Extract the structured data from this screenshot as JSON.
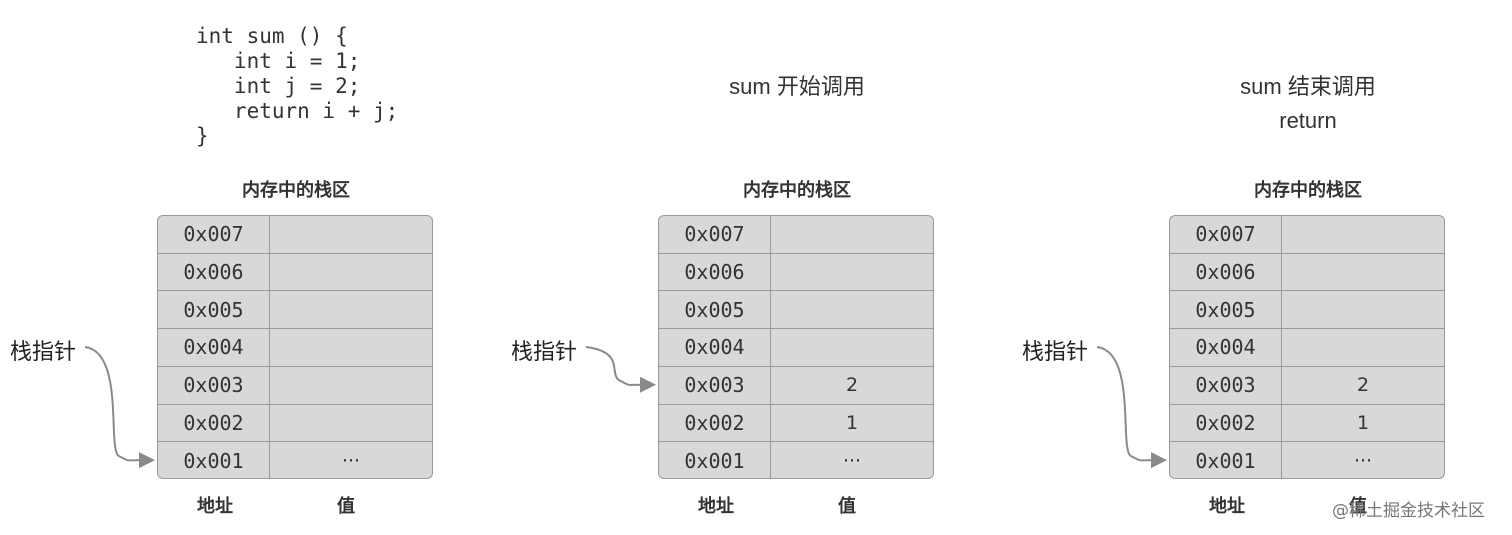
{
  "code": [
    "int sum () {",
    "   int i = 1;",
    "   int j = 2;",
    "   return i + j;",
    "}"
  ],
  "panels": [
    {
      "caption": [],
      "title": "内存中的栈区",
      "pointer_label": "栈指针",
      "pointer_row": "0x001",
      "rows": [
        {
          "addr": "0x007",
          "val": ""
        },
        {
          "addr": "0x006",
          "val": ""
        },
        {
          "addr": "0x005",
          "val": ""
        },
        {
          "addr": "0x004",
          "val": ""
        },
        {
          "addr": "0x003",
          "val": ""
        },
        {
          "addr": "0x002",
          "val": ""
        },
        {
          "addr": "0x001",
          "val": "···"
        }
      ],
      "addr_label": "地址",
      "val_label": "值"
    },
    {
      "caption": [
        "sum 开始调用"
      ],
      "title": "内存中的栈区",
      "pointer_label": "栈指针",
      "pointer_row": "0x003",
      "rows": [
        {
          "addr": "0x007",
          "val": ""
        },
        {
          "addr": "0x006",
          "val": ""
        },
        {
          "addr": "0x005",
          "val": ""
        },
        {
          "addr": "0x004",
          "val": ""
        },
        {
          "addr": "0x003",
          "val": "2"
        },
        {
          "addr": "0x002",
          "val": "1"
        },
        {
          "addr": "0x001",
          "val": "···"
        }
      ],
      "addr_label": "地址",
      "val_label": "值"
    },
    {
      "caption": [
        "sum 结束调用",
        "return"
      ],
      "title": "内存中的栈区",
      "pointer_label": "栈指针",
      "pointer_row": "0x001",
      "rows": [
        {
          "addr": "0x007",
          "val": ""
        },
        {
          "addr": "0x006",
          "val": ""
        },
        {
          "addr": "0x005",
          "val": ""
        },
        {
          "addr": "0x004",
          "val": ""
        },
        {
          "addr": "0x003",
          "val": "2"
        },
        {
          "addr": "0x002",
          "val": "1"
        },
        {
          "addr": "0x001",
          "val": "···"
        }
      ],
      "addr_label": "地址",
      "val_label": "值"
    }
  ],
  "watermark": "@稀土掘金技术社区",
  "colors": {
    "cell_fill": "#d8d8d8",
    "border": "#9a9a9a",
    "arrow": "#8a8a8a"
  }
}
